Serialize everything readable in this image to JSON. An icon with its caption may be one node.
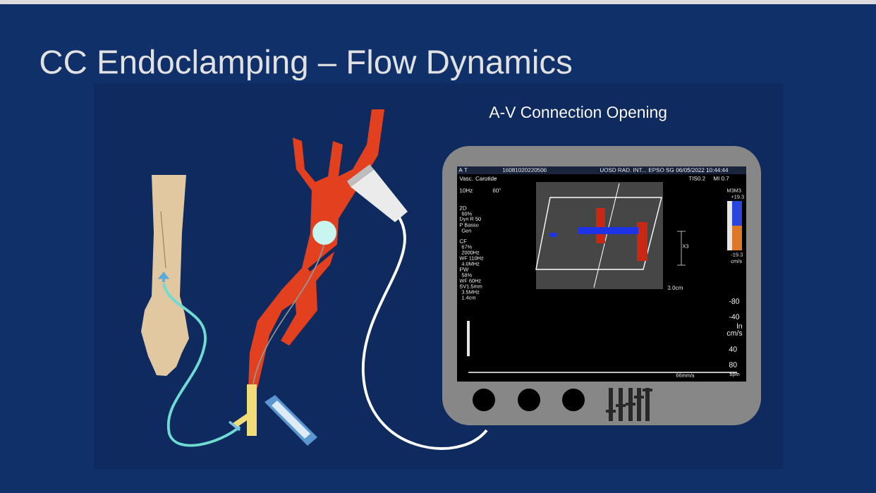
{
  "diagram": {
    "title": "CC Endoclamping – Flow Dynamics",
    "labels": [
      "A-V Connection Opening",
      "A T",
      "16081020220506",
      "UOSD RAD. INT... EPSO SG",
      "06/05/2022 10:44:44",
      "Vasc. Carotide",
      "TIS0.2",
      "MI 0.7",
      "10Hz",
      "60°",
      "2D",
      "60%",
      "Dyn R 50",
      "P Basso",
      "Gen",
      "CF",
      "67%",
      "2000Hz",
      "WF 110Hz",
      "4.0MHz",
      "PW",
      "58%",
      "WF 60Hz",
      "SV1.5mm",
      "3.5MHz",
      "1.4cm",
      "M3M3",
      "+19.3",
      "X3",
      "-19.3",
      "cm/s",
      "3.0cm",
      "-80",
      "-40",
      "ln",
      "cm/s",
      "40",
      "80",
      "66mm/s",
      "bpm"
    ]
  }
}
